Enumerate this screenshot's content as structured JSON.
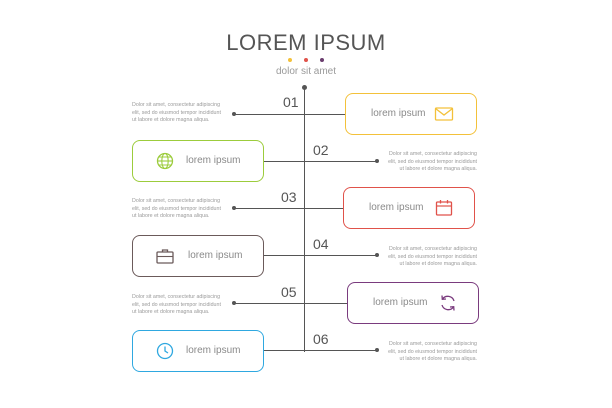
{
  "title": "LOREM IPSUM",
  "subtitle": "dolor sit amet",
  "colors": {
    "line": "#555555",
    "accents": [
      "#f3c13a",
      "#e0524a",
      "#6a3d6e"
    ],
    "steps": [
      "#f3c13a",
      "#9ccc3c",
      "#e0524a",
      "#6b5a5a",
      "#7a3b7e",
      "#2fa8e0"
    ]
  },
  "steps": [
    {
      "number": "01",
      "label": "lorem ipsum",
      "icon": "envelope-icon",
      "desc": [
        "Dolor sit amet, consectetur adipiscing",
        "elit, sed do eiusmod tempor incididunt",
        "ut labore et dolore magna aliqua."
      ]
    },
    {
      "number": "02",
      "label": "lorem ipsum",
      "icon": "globe-icon",
      "desc": [
        "Dolor sit amet, consectetur adipiscing",
        "elit, sed do eiusmod tempor incididunt",
        "ut labore et dolore magna aliqua."
      ]
    },
    {
      "number": "03",
      "label": "lorem ipsum",
      "icon": "calendar-icon",
      "desc": [
        "Dolor sit amet, consectetur adipiscing",
        "elit, sed do eiusmod tempor incididunt",
        "ut labore et dolore magna aliqua."
      ]
    },
    {
      "number": "04",
      "label": "lorem ipsum",
      "icon": "briefcase-icon",
      "desc": [
        "Dolor sit amet, consectetur adipiscing",
        "elit, sed do eiusmod tempor incididunt",
        "ut labore et dolore magna aliqua."
      ]
    },
    {
      "number": "05",
      "label": "lorem ipsum",
      "icon": "refresh-icon",
      "desc": [
        "Dolor sit amet, consectetur adipiscing",
        "elit, sed do eiusmod tempor incididunt",
        "ut labore et dolore magna aliqua."
      ]
    },
    {
      "number": "06",
      "label": "lorem ipsum",
      "icon": "clock-icon",
      "desc": [
        "Dolor sit amet, consectetur adipiscing",
        "elit, sed do eiusmod tempor incididunt",
        "ut labore et dolore magna aliqua."
      ]
    }
  ]
}
